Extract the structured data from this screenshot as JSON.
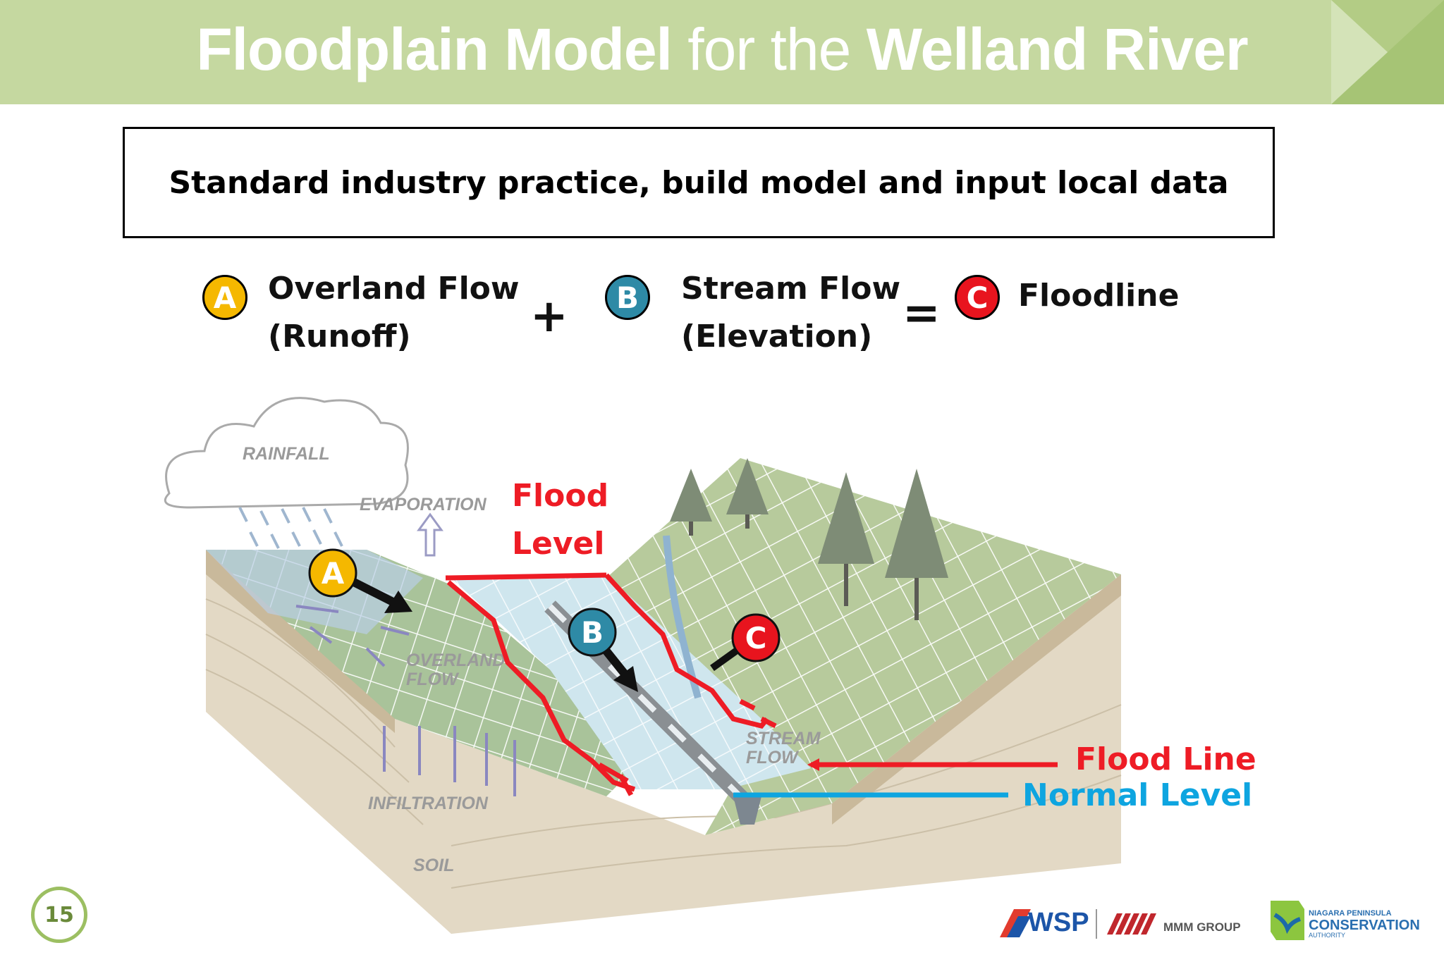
{
  "header": {
    "title_part1": "Floodplain Model",
    "title_part2": " for the ",
    "title_part3": "Welland River",
    "bar_color": "#c5d8a0"
  },
  "callout": {
    "text": "Standard industry practice, build model and  input local data"
  },
  "equation": {
    "a": {
      "letter": "A",
      "line1": "Overland Flow",
      "line2": "(Runoff)",
      "color": "#f5b800"
    },
    "plus": "+",
    "b": {
      "letter": "B",
      "line1": "Stream Flow",
      "line2": "(Elevation)",
      "color": "#2e8aa6"
    },
    "equals": "=",
    "c": {
      "letter": "C",
      "label": "Floodline",
      "color": "#e8141e"
    }
  },
  "diagram": {
    "rainfall": "RAINFALL",
    "evaporation": "EVAPORATION",
    "overland_flow_1": "OVERLAND",
    "overland_flow_2": "FLOW",
    "infiltration": "INFILTRATION",
    "soil": "SOIL",
    "stream_flow_1": "STREAM",
    "stream_flow_2": "FLOW",
    "flood_level_1": "Flood",
    "flood_level_2": "Level",
    "flood_line": "Flood Line",
    "normal_level": "Normal Level",
    "marker_a": "A",
    "marker_b": "B",
    "marker_c": "C",
    "flood_color": "#ee1c25",
    "normal_color": "#0ea5e0"
  },
  "footer": {
    "slide_number": "15",
    "logo_wsp": "WSP",
    "logo_mmm": "MMM GROUP",
    "logo_npca_1": "NIAGARA PENINSULA",
    "logo_npca_2": "CONSERVATION",
    "logo_npca_3": "AUTHORITY"
  }
}
